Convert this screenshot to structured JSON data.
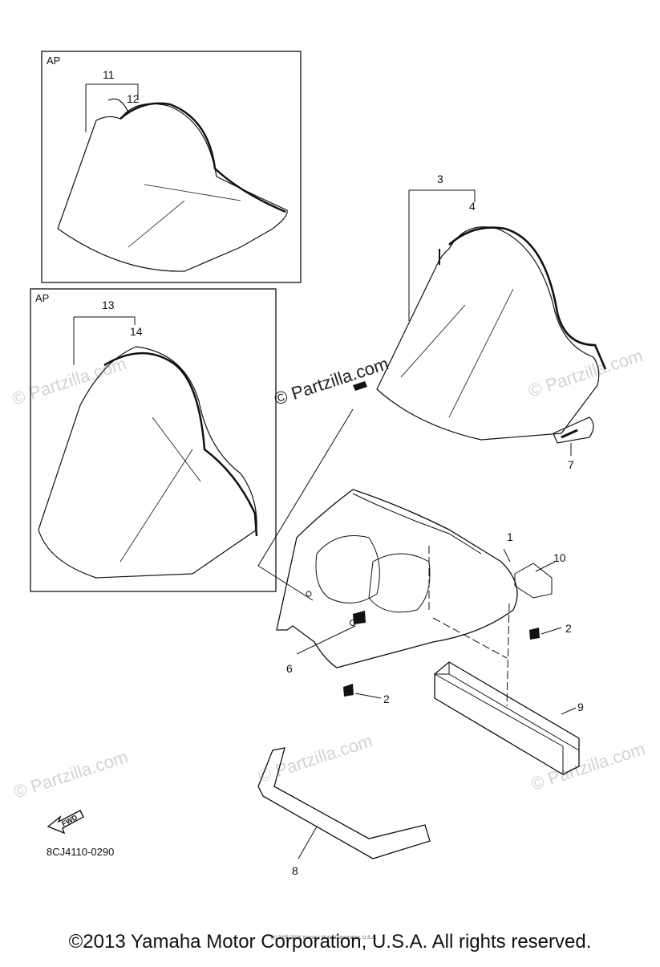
{
  "boxes": [
    {
      "tag": "AP",
      "parts": [
        "11",
        "12"
      ]
    },
    {
      "tag": "AP",
      "parts": [
        "13",
        "14"
      ]
    }
  ],
  "callouts": {
    "p1": "1",
    "p2a": "2",
    "p2b": "2",
    "p3": "3",
    "p4": "4",
    "p6": "6",
    "p7": "7",
    "p8": "8",
    "p9": "9",
    "p10": "10",
    "p11": "11",
    "p12": "12",
    "p13": "13",
    "p14": "14"
  },
  "fwd_label": "FWD",
  "diagram_code": "8CJ4110-0290",
  "watermark": "© Partzilla.com",
  "watermark_main": "© Partzilla.com",
  "fine_print": "(c) 2005-2016 Yamaha Motor Corporation, U.S.A.",
  "copyright": "©2013 Yamaha Motor Corporation, U.S.A. All rights reserved."
}
